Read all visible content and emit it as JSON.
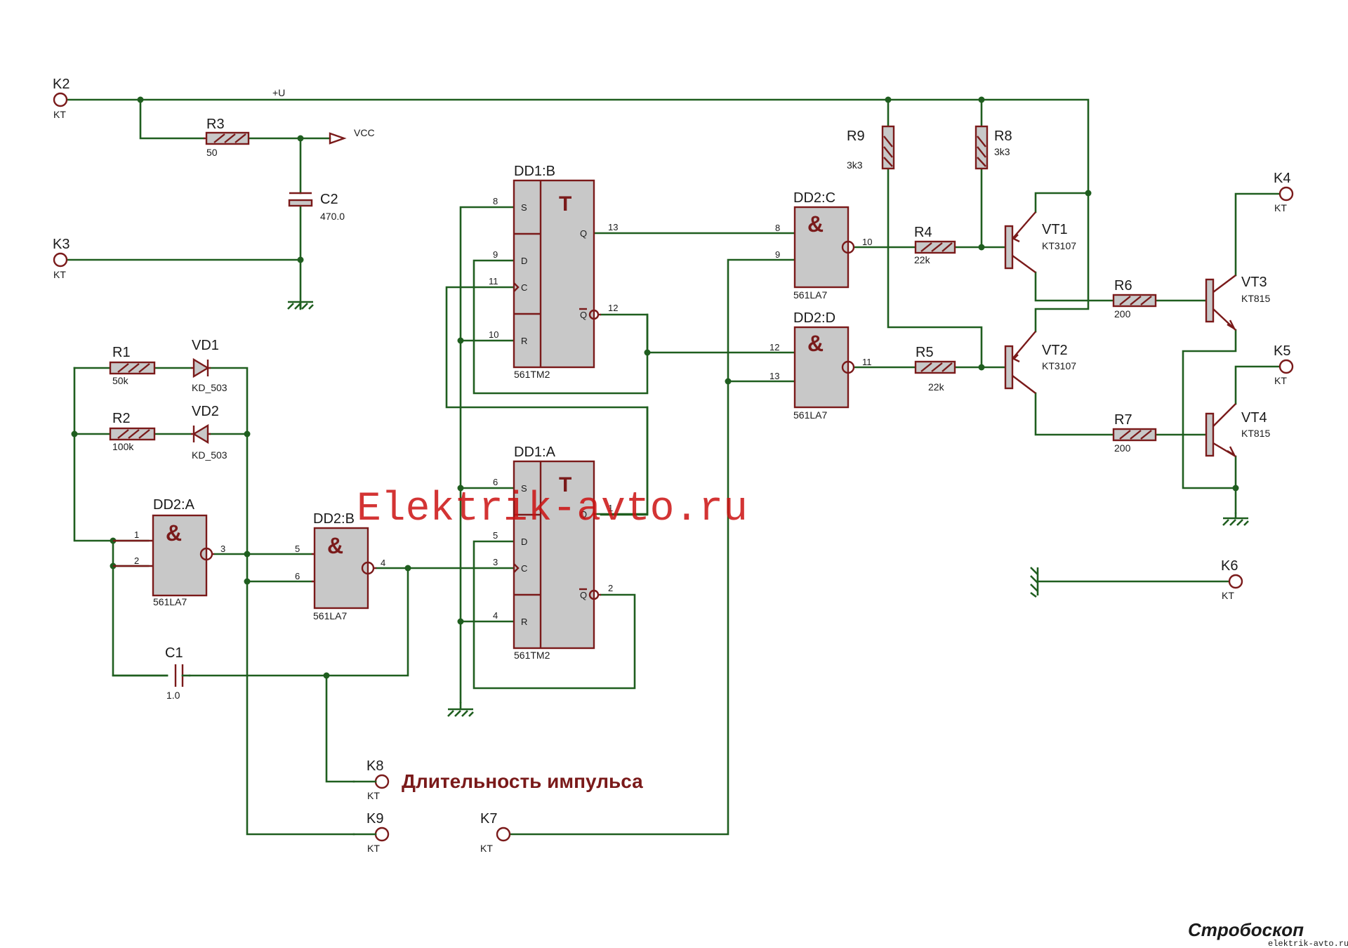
{
  "supply": {
    "net": "+U",
    "vcc": "VCC"
  },
  "terminals": [
    {
      "ref": "K2",
      "val": "KT"
    },
    {
      "ref": "K3",
      "val": "KT"
    },
    {
      "ref": "K4",
      "val": "KT"
    },
    {
      "ref": "K5",
      "val": "KT"
    },
    {
      "ref": "K6",
      "val": "KT"
    },
    {
      "ref": "K7",
      "val": "KT"
    },
    {
      "ref": "K8",
      "val": "KT"
    },
    {
      "ref": "K9",
      "val": "KT"
    }
  ],
  "resistors": [
    {
      "ref": "R1",
      "val": "50k"
    },
    {
      "ref": "R2",
      "val": "100k"
    },
    {
      "ref": "R3",
      "val": "50"
    },
    {
      "ref": "R4",
      "val": "22k"
    },
    {
      "ref": "R5",
      "val": "22k"
    },
    {
      "ref": "R6",
      "val": "200"
    },
    {
      "ref": "R7",
      "val": "200"
    },
    {
      "ref": "R8",
      "val": "3k3"
    },
    {
      "ref": "R9",
      "val": "3k3"
    }
  ],
  "capacitors": [
    {
      "ref": "C1",
      "val": "1.0"
    },
    {
      "ref": "C2",
      "val": "470.0"
    }
  ],
  "diodes": [
    {
      "ref": "VD1",
      "val": "KD_503"
    },
    {
      "ref": "VD2",
      "val": "KD_503"
    }
  ],
  "gates": [
    {
      "ref": "DD2:A",
      "val": "561LA7",
      "pins": [
        "1",
        "2",
        "3"
      ]
    },
    {
      "ref": "DD2:B",
      "val": "561LA7",
      "pins": [
        "5",
        "6",
        "4"
      ]
    },
    {
      "ref": "DD2:C",
      "val": "561LA7",
      "pins": [
        "8",
        "9",
        "10"
      ]
    },
    {
      "ref": "DD2:D",
      "val": "561LA7",
      "pins": [
        "12",
        "13",
        "11"
      ]
    }
  ],
  "gate_symbol": "&",
  "flipflops": [
    {
      "ref": "DD1:B",
      "val": "561TM2",
      "pins": [
        "8",
        "9",
        "11",
        "10",
        "13",
        "12"
      ]
    },
    {
      "ref": "DD1:A",
      "val": "561TM2",
      "pins": [
        "6",
        "5",
        "3",
        "4",
        "1",
        "2"
      ]
    }
  ],
  "ff_symbol": "T",
  "ff_inputs": [
    "S",
    "D",
    "C",
    "R"
  ],
  "ff_outputs": [
    "Q",
    "Q"
  ],
  "transistors": [
    {
      "ref": "VT1",
      "val": "KT3107"
    },
    {
      "ref": "VT2",
      "val": "KT3107"
    },
    {
      "ref": "VT3",
      "val": "KT815"
    },
    {
      "ref": "VT4",
      "val": "KT815"
    }
  ],
  "annotations": {
    "watermark": "Elektrik-avto.ru",
    "pulse_label": "Длительность импульса",
    "title": "Стробоскоп",
    "site": "elektrik-avto.ru"
  },
  "colors": {
    "wire": "#1f5e1f",
    "component": "#7a1a1a",
    "fill": "#c8c8c8",
    "watermark": "#cc1111"
  }
}
